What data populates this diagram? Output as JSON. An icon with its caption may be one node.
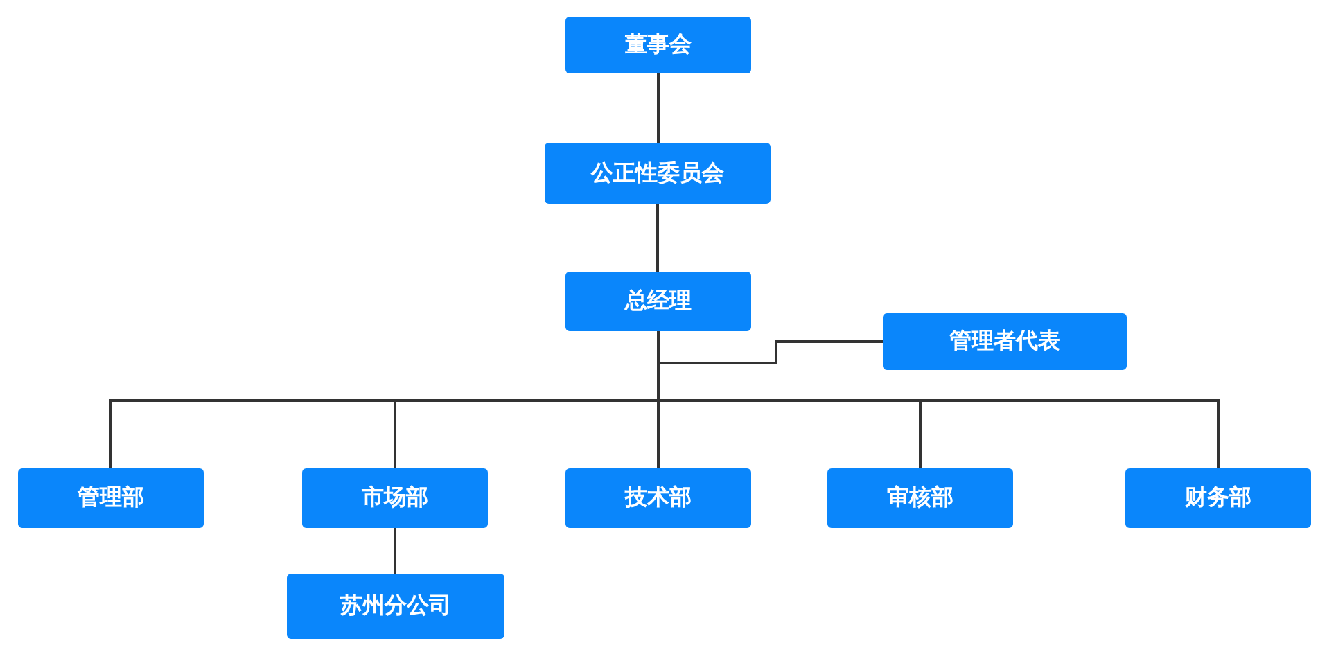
{
  "diagram": {
    "nodes": [
      {
        "text": [
          "董事会"
        ]
      },
      {
        "text": [
          "公正性委员会"
        ]
      },
      {
        "text": [
          "总经理"
        ]
      },
      {
        "text": [
          "管理者代表"
        ]
      },
      {
        "text": [
          "管理部"
        ]
      },
      {
        "text": [
          "市场部"
        ]
      },
      {
        "text": [
          "技术部"
        ]
      },
      {
        "text": [
          "审核部"
        ]
      },
      {
        "text": [
          "财务部"
        ]
      },
      {
        "text": [
          "苏州分公司"
        ]
      }
    ],
    "edges": [
      {
        "from": 0,
        "to": 1,
        "arrow": "none"
      },
      {
        "from": 1,
        "to": 2,
        "arrow": "none"
      },
      {
        "from": 2,
        "to": 3,
        "arrow": "none"
      },
      {
        "from": 2,
        "to": 4,
        "arrow": "none"
      },
      {
        "from": 2,
        "to": 5,
        "arrow": "none"
      },
      {
        "from": 2,
        "to": 6,
        "arrow": "none"
      },
      {
        "from": 2,
        "to": 7,
        "arrow": "none"
      },
      {
        "from": 2,
        "to": 8,
        "arrow": "none"
      },
      {
        "from": 5,
        "to": 9,
        "arrow": "none"
      }
    ]
  }
}
